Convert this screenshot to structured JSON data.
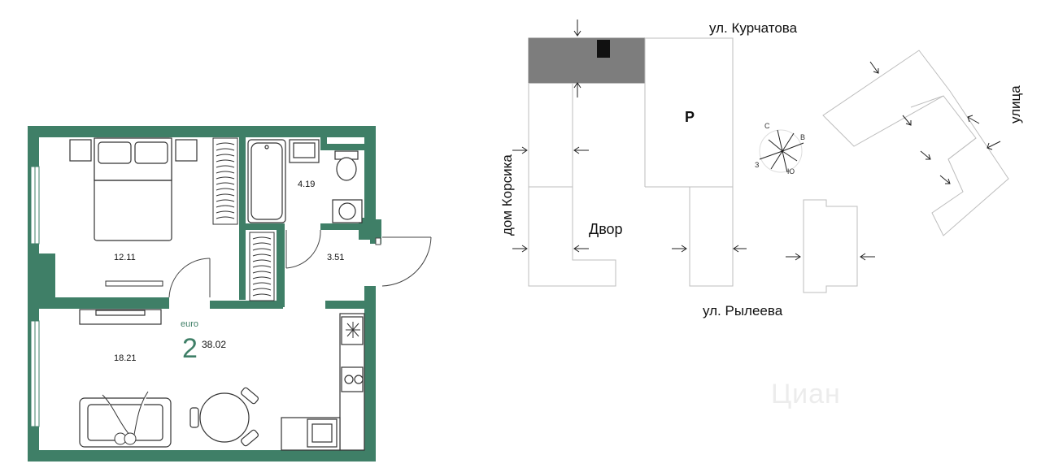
{
  "floorplan": {
    "rooms": {
      "bedroom_area": "12.11",
      "bathroom_area": "4.19",
      "hall_area": "3.51",
      "living_area": "18.21"
    },
    "apartment": {
      "type_label": "euro",
      "rooms_count": "2",
      "total_area": "38.02"
    },
    "colors": {
      "wall": "#3f7f67",
      "furniture_stroke": "#333333"
    }
  },
  "site_plan": {
    "streets": {
      "north": "ул. Курчатова",
      "south": "ул. Рылеева",
      "west": "дом Корсика",
      "east": "улица"
    },
    "yard_label": "Двор",
    "parking_label": "P",
    "compass": {
      "n": "С",
      "e": "В",
      "s": "Ю",
      "w": "З"
    },
    "colors": {
      "highlight_building": "#7d7d7d",
      "outline": "#bdbdbd"
    }
  },
  "watermark": "Циан"
}
